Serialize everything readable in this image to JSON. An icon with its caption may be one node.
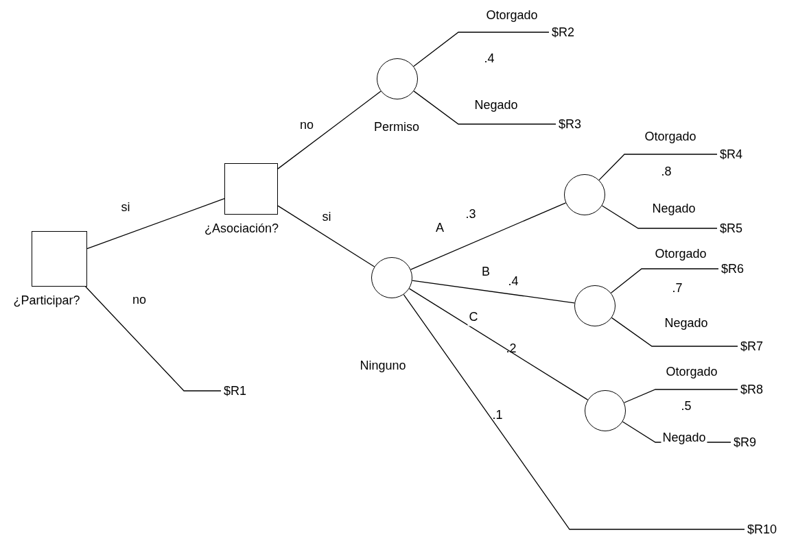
{
  "diagram": {
    "nodes": [
      {
        "text": [],
        "shape": "box",
        "beside": [
          "¿Participar?"
        ]
      },
      {
        "text": [],
        "shape": "box",
        "beside": [
          "¿Asociación?"
        ]
      },
      {
        "text": [],
        "shape": "circle",
        "beside": [
          "Permiso"
        ]
      },
      {
        "text": [],
        "shape": "circle"
      },
      {
        "text": [],
        "shape": "circle"
      },
      {
        "text": [],
        "shape": "circle"
      },
      {
        "text": [],
        "shape": "circle"
      },
      {
        "text": [
          "$R1"
        ]
      },
      {
        "text": [
          "$R2"
        ]
      },
      {
        "text": [
          "$R3"
        ]
      },
      {
        "text": [
          "$R4"
        ]
      },
      {
        "text": [
          "$R5"
        ]
      },
      {
        "text": [
          "$R6"
        ]
      },
      {
        "text": [
          "$R7"
        ]
      },
      {
        "text": [
          "$R8"
        ]
      },
      {
        "text": [
          "$R9"
        ]
      },
      {
        "text": [
          "$R10"
        ]
      }
    ],
    "edges": [
      {
        "from": 0,
        "to": 1,
        "arrow": "none",
        "label": "si"
      },
      {
        "from": 0,
        "to": 7,
        "arrow": "none",
        "label": "no"
      },
      {
        "from": 1,
        "to": 2,
        "arrow": "none",
        "label": "no"
      },
      {
        "from": 1,
        "to": 3,
        "arrow": "none",
        "label": "si"
      },
      {
        "from": 2,
        "to": 8,
        "arrow": "none",
        "label": "Otorgado"
      },
      {
        "from": 2,
        "to": 9,
        "arrow": "none",
        "label": "Negado"
      },
      {
        "from": 3,
        "to": 4,
        "arrow": "none",
        "label": "A"
      },
      {
        "from": 3,
        "to": 5,
        "arrow": "none",
        "label": "B"
      },
      {
        "from": 3,
        "to": 6,
        "arrow": "none",
        "label": "C"
      },
      {
        "from": 3,
        "to": 16,
        "arrow": "none",
        "label": "Ninguno"
      },
      {
        "from": 4,
        "to": 10,
        "arrow": "none",
        "label": "Otorgado"
      },
      {
        "from": 4,
        "to": 11,
        "arrow": "none",
        "label": "Negado"
      },
      {
        "from": 5,
        "to": 12,
        "arrow": "none",
        "label": "Otorgado"
      },
      {
        "from": 5,
        "to": 13,
        "arrow": "none",
        "label": "Negado"
      },
      {
        "from": 6,
        "to": 14,
        "arrow": "none",
        "label": "Otorgado"
      },
      {
        "from": 6,
        "to": 15,
        "arrow": "none",
        "label": "Negado"
      }
    ],
    "labels": [
      ".4",
      ".8",
      ".3",
      ".4",
      ".7",
      ".2",
      ".5",
      ".1"
    ]
  }
}
